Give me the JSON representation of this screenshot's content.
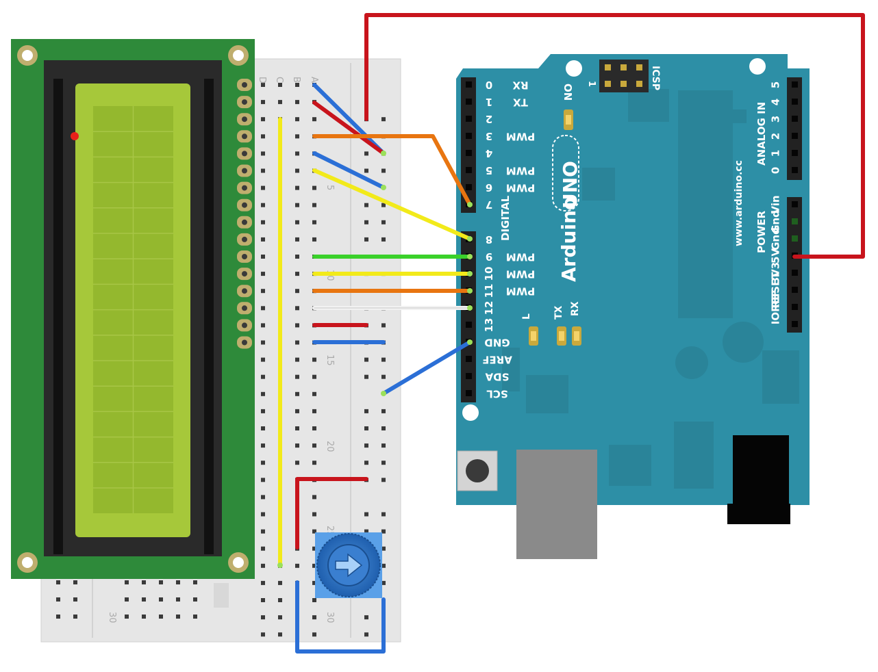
{
  "breadboard": {
    "row_letters": [
      "D",
      "C",
      "B",
      "A"
    ],
    "row_numbers": [
      "5",
      "10",
      "15",
      "20",
      "25",
      "30"
    ],
    "bottom_number": "30"
  },
  "arduino": {
    "brand": "Arduino",
    "model": "UNO",
    "website": "www.arduino.cc",
    "on_label": "ON",
    "icsp_label": "ICSP",
    "icsp_pin1": "1",
    "digital_label": "DIGITAL",
    "analog_label": "ANALOG IN",
    "power_label": "POWER",
    "led_l": "L",
    "led_tx": "TX",
    "led_rx": "RX",
    "digital_pins": [
      {
        "num": "0",
        "name": "RX"
      },
      {
        "num": "1",
        "name": "TX"
      },
      {
        "num": "2",
        "name": ""
      },
      {
        "num": "3",
        "name": "PWM"
      },
      {
        "num": "4",
        "name": ""
      },
      {
        "num": "5",
        "name": "PWM"
      },
      {
        "num": "6",
        "name": "PWM"
      },
      {
        "num": "7",
        "name": ""
      },
      {
        "num": "8",
        "name": ""
      },
      {
        "num": "9",
        "name": "PWM"
      },
      {
        "num": "10",
        "name": "PWM"
      },
      {
        "num": "11",
        "name": "PWM"
      },
      {
        "num": "12",
        "name": ""
      },
      {
        "num": "13",
        "name": ""
      },
      {
        "num": "",
        "name": "GND"
      },
      {
        "num": "",
        "name": "AREF"
      },
      {
        "num": "",
        "name": "SDA"
      },
      {
        "num": "",
        "name": "SCL"
      }
    ],
    "analog_pins": [
      "5",
      "4",
      "3",
      "2",
      "1",
      "0"
    ],
    "power_pins": [
      "Vin",
      "Gnd",
      "Gnd",
      "5V",
      "3V3",
      "RESET",
      "IOREF",
      ""
    ]
  },
  "wires": [
    {
      "id": "lcd-vss-gnd",
      "color": "#2b6fd6"
    },
    {
      "id": "lcd-vdd-5v",
      "color": "#c8141c"
    },
    {
      "id": "lcd-rs-d7",
      "color": "#e87510"
    },
    {
      "id": "lcd-rw-gnd",
      "color": "#2b6fd6"
    },
    {
      "id": "lcd-en-d8",
      "color": "#f2ea1a"
    },
    {
      "id": "lcd-d4-d9",
      "color": "#3ad12a"
    },
    {
      "id": "lcd-d5-d10",
      "color": "#f2ea1a"
    },
    {
      "id": "lcd-d6-d11",
      "color": "#e87510"
    },
    {
      "id": "lcd-d7-d12",
      "color": "#f2f2f2"
    },
    {
      "id": "backlight-a",
      "color": "#c8141c"
    },
    {
      "id": "backlight-k",
      "color": "#2b6fd6"
    },
    {
      "id": "gnd-rail",
      "color": "#2b6fd6"
    },
    {
      "id": "5v-rail",
      "color": "#c8141c"
    },
    {
      "id": "contrast",
      "color": "#f2ea1a"
    },
    {
      "id": "pot-power",
      "color": "#c8141c"
    },
    {
      "id": "pot-gnd",
      "color": "#2b6fd6"
    }
  ]
}
